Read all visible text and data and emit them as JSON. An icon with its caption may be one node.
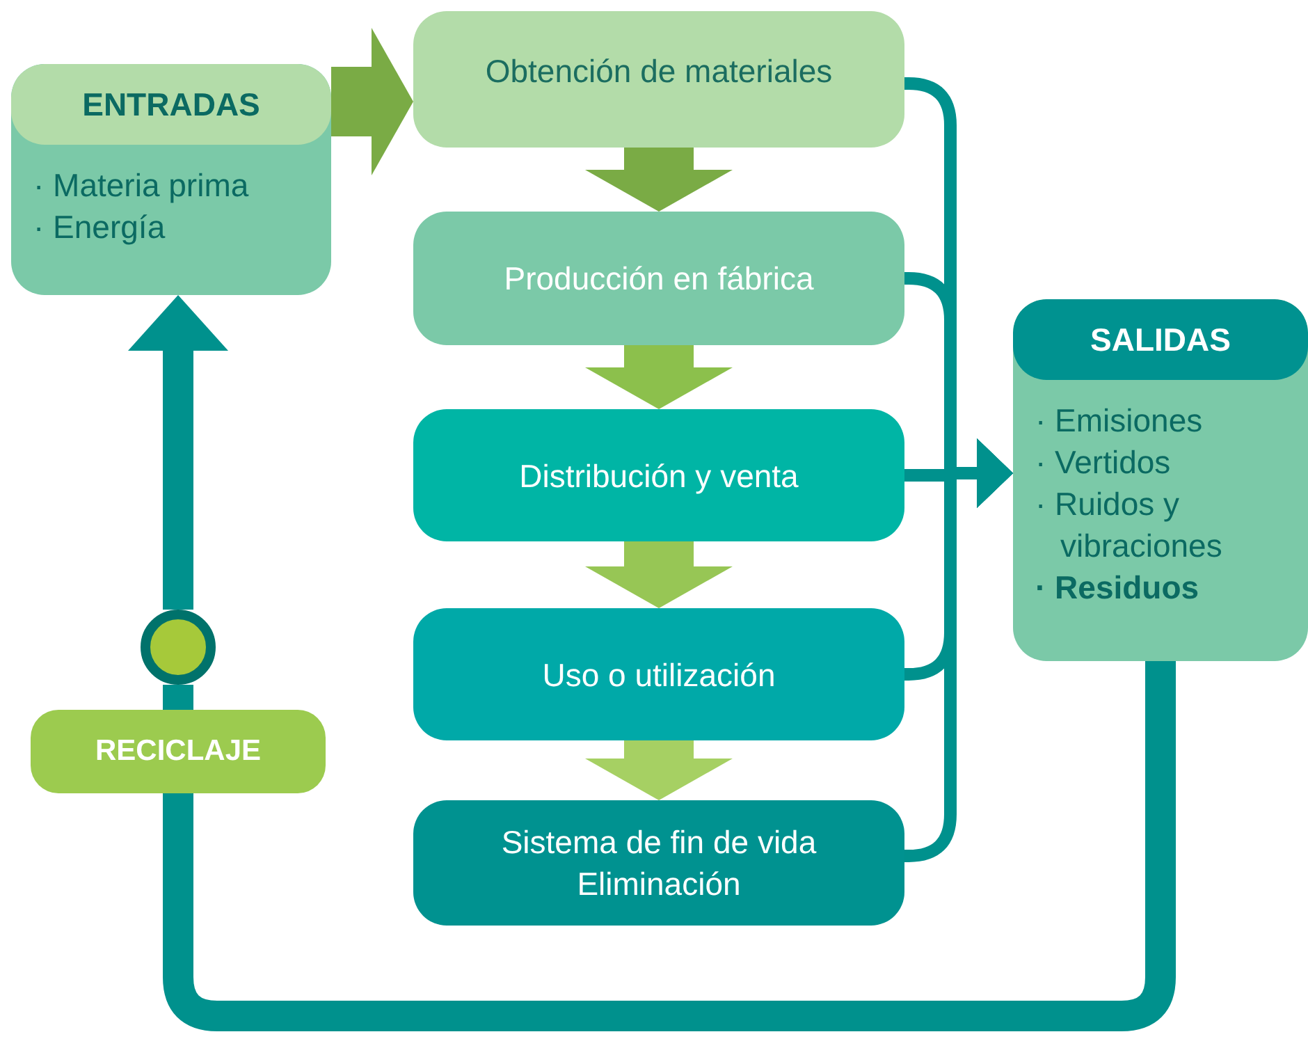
{
  "diagram": {
    "nodes": [
      {
        "text": [
          "ENTRADAS",
          "· Materia prima",
          "· Energía"
        ]
      },
      {
        "text": [
          "Obtención de materiales"
        ]
      },
      {
        "text": [
          "Producción en fábrica"
        ]
      },
      {
        "text": [
          "Distribución y venta"
        ]
      },
      {
        "text": [
          "Uso o utilización"
        ]
      },
      {
        "text": [
          "Sistema de fin de vida",
          "Eliminación"
        ]
      },
      {
        "text": [
          "SALIDAS",
          "· Emisiones",
          "· Vertidos",
          "· Ruidos y vibraciones",
          "**· Residuos**"
        ]
      },
      {
        "text": [
          "RECICLAJE"
        ]
      },
      {
        "text": [],
        "shape": "circle"
      }
    ],
    "edges": [
      {
        "from": 0,
        "to": 1,
        "arrow": "to",
        "style": "thick",
        "color": "#7aab45"
      },
      {
        "from": 1,
        "to": 2,
        "arrow": "to",
        "style": "thick",
        "color": "#7aab45"
      },
      {
        "from": 2,
        "to": 3,
        "arrow": "to",
        "style": "thick",
        "color": "#8cc04c"
      },
      {
        "from": 3,
        "to": 4,
        "arrow": "to",
        "style": "thick",
        "color": "#97c655"
      },
      {
        "from": 4,
        "to": 5,
        "arrow": "to",
        "style": "thick",
        "color": "#a6d063"
      },
      {
        "from": 1,
        "to": 6,
        "arrow": "to"
      },
      {
        "from": 2,
        "to": 6,
        "arrow": "to"
      },
      {
        "from": 3,
        "to": 6,
        "arrow": "to"
      },
      {
        "from": 4,
        "to": 6,
        "arrow": "to"
      },
      {
        "from": 5,
        "to": 6,
        "arrow": "to"
      },
      {
        "from": 6,
        "to": 7,
        "arrow": "none"
      },
      {
        "from": 7,
        "to": 8,
        "arrow": "none"
      },
      {
        "from": 8,
        "to": 0,
        "arrow": "to"
      }
    ]
  }
}
